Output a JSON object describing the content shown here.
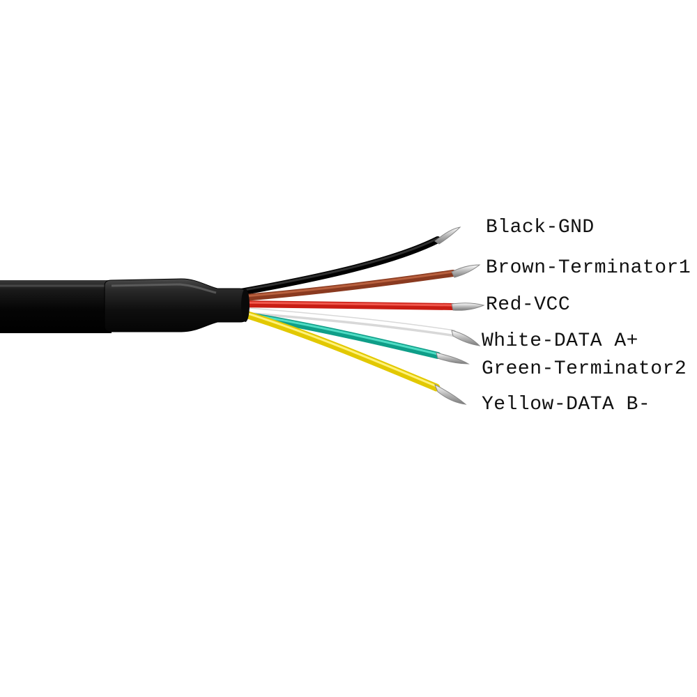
{
  "wires": [
    {
      "id": "black",
      "label": "Black-GND",
      "color": "#141414"
    },
    {
      "id": "brown",
      "label": "Brown-Terminator1",
      "color": "#9c4426"
    },
    {
      "id": "red",
      "label": "Red-VCC",
      "color": "#d9291f"
    },
    {
      "id": "white",
      "label": "White-DATA A+",
      "color": "#f4f4f4"
    },
    {
      "id": "green",
      "label": "Green-Terminator2",
      "color": "#19b9a0"
    },
    {
      "id": "yellow",
      "label": "Yellow-DATA B-",
      "color": "#f3dc0c"
    }
  ],
  "cable": {
    "jacket_color": "#101010",
    "sleeve_color": "#222222"
  }
}
